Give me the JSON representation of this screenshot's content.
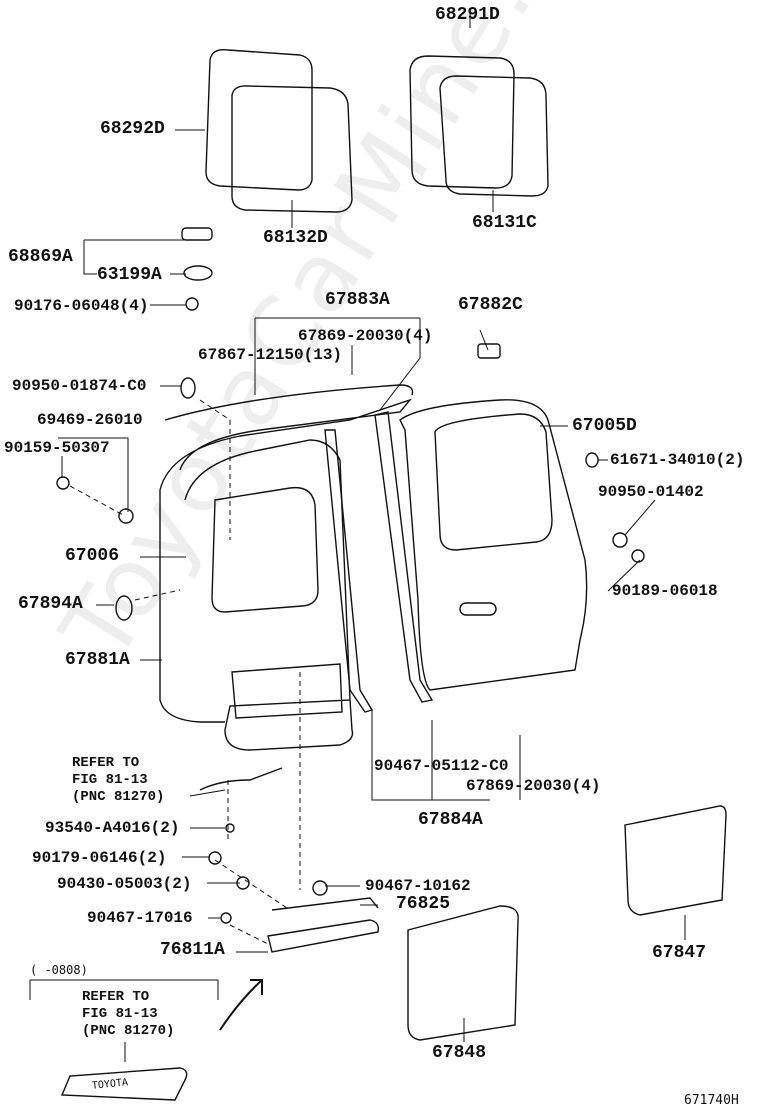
{
  "watermark": "ToyotaCarMine.ru",
  "figure_id": "671740H",
  "labels": {
    "p68291D": "68291D",
    "p68292D": "68292D",
    "p68132D": "68132D",
    "p68131C": "68131C",
    "p68869A": "68869A",
    "p63199A": "63199A",
    "p90176": "90176-06048(4)",
    "p67883A": "67883A",
    "p67882C": "67882C",
    "p67869a": "67869-20030(4)",
    "p67867": "67867-12150(13)",
    "p90950a": "90950-01874-C0",
    "p69469": "69469-26010",
    "p90159": "90159-50307",
    "p67005D": "67005D",
    "p61671": "61671-34010(2)",
    "p90950b": "90950-01402",
    "p67006": "67006",
    "p67894A": "67894A",
    "p90189": "90189-06018",
    "p67881A": "67881A",
    "p90467a": "90467-05112-C0",
    "p67869b": "67869-20030(4)",
    "p67884A": "67884A",
    "p93540": "93540-A4016(2)",
    "p90179": "90179-06146(2)",
    "p90430": "90430-05003(2)",
    "p90467b": "90467-10162",
    "p76825": "76825",
    "p90467c": "90467-17016",
    "p76811A": "76811A",
    "p67847": "67847",
    "p67848": "67848"
  },
  "refer1": {
    "line1": "REFER TO",
    "line2": "FIG 81-13",
    "line3": "(PNC 81270)"
  },
  "refer2": {
    "date_range": "(    -0808)",
    "line1": "REFER TO",
    "line2": "FIG 81-13",
    "line3": "(PNC 81270)"
  },
  "emblem_text": "TOYOTA"
}
